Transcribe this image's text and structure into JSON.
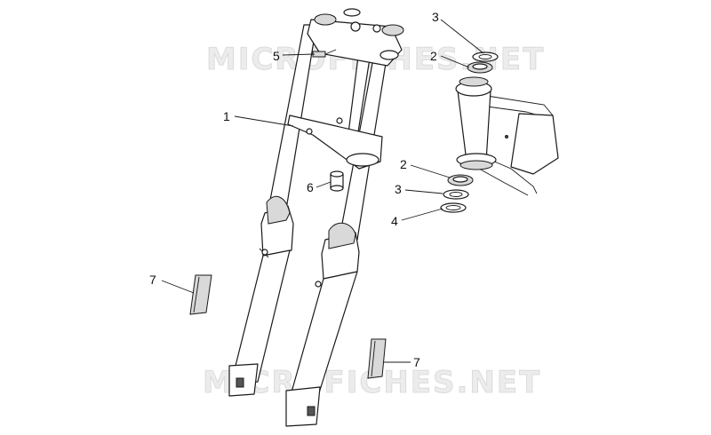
{
  "watermark": {
    "text": "MICROFICHES.NET"
  },
  "callouts": {
    "c1": "1",
    "c2a": "2",
    "c2b": "2",
    "c3a": "3",
    "c3b": "3",
    "c4": "4",
    "c5": "5",
    "c6": "6",
    "c7a": "7",
    "c7b": "7"
  },
  "colors": {
    "line": "#1a1a1a",
    "watermark_fill": "#ececec"
  }
}
